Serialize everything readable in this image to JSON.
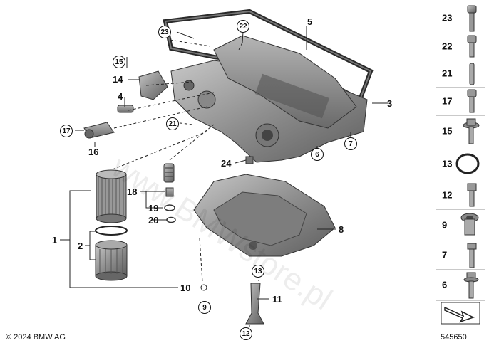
{
  "diagram": {
    "copyright": "© 2024 BMW AG",
    "doc_number": "545650",
    "watermark": "www.BMWstore.pl",
    "callouts": {
      "p1": "1",
      "p2": "2",
      "p3": "3",
      "p4": "4",
      "p5": "5",
      "p6": "6",
      "p7": "7",
      "p8": "8",
      "p9": "9",
      "p10": "10",
      "p11": "11",
      "p12": "12",
      "p13": "13",
      "p14": "14",
      "p15": "15",
      "p16": "16",
      "p17": "17",
      "p18": "18",
      "p19": "19",
      "p20": "20",
      "p21": "21",
      "p22": "22",
      "p23": "23",
      "p24": "24"
    }
  },
  "legend": {
    "items": [
      {
        "num": "23",
        "icon": "cap-screw-long-icon"
      },
      {
        "num": "22",
        "icon": "cap-screw-icon"
      },
      {
        "num": "21",
        "icon": "pin-icon"
      },
      {
        "num": "17",
        "icon": "cap-screw-icon"
      },
      {
        "num": "15",
        "icon": "flange-bolt-icon"
      },
      {
        "num": "13",
        "icon": "o-ring-icon"
      },
      {
        "num": "12",
        "icon": "hex-bolt-icon"
      },
      {
        "num": "9",
        "icon": "drain-plug-icon"
      },
      {
        "num": "7",
        "icon": "hex-bolt-long-icon"
      },
      {
        "num": "6",
        "icon": "flange-bolt-long-icon"
      }
    ]
  }
}
